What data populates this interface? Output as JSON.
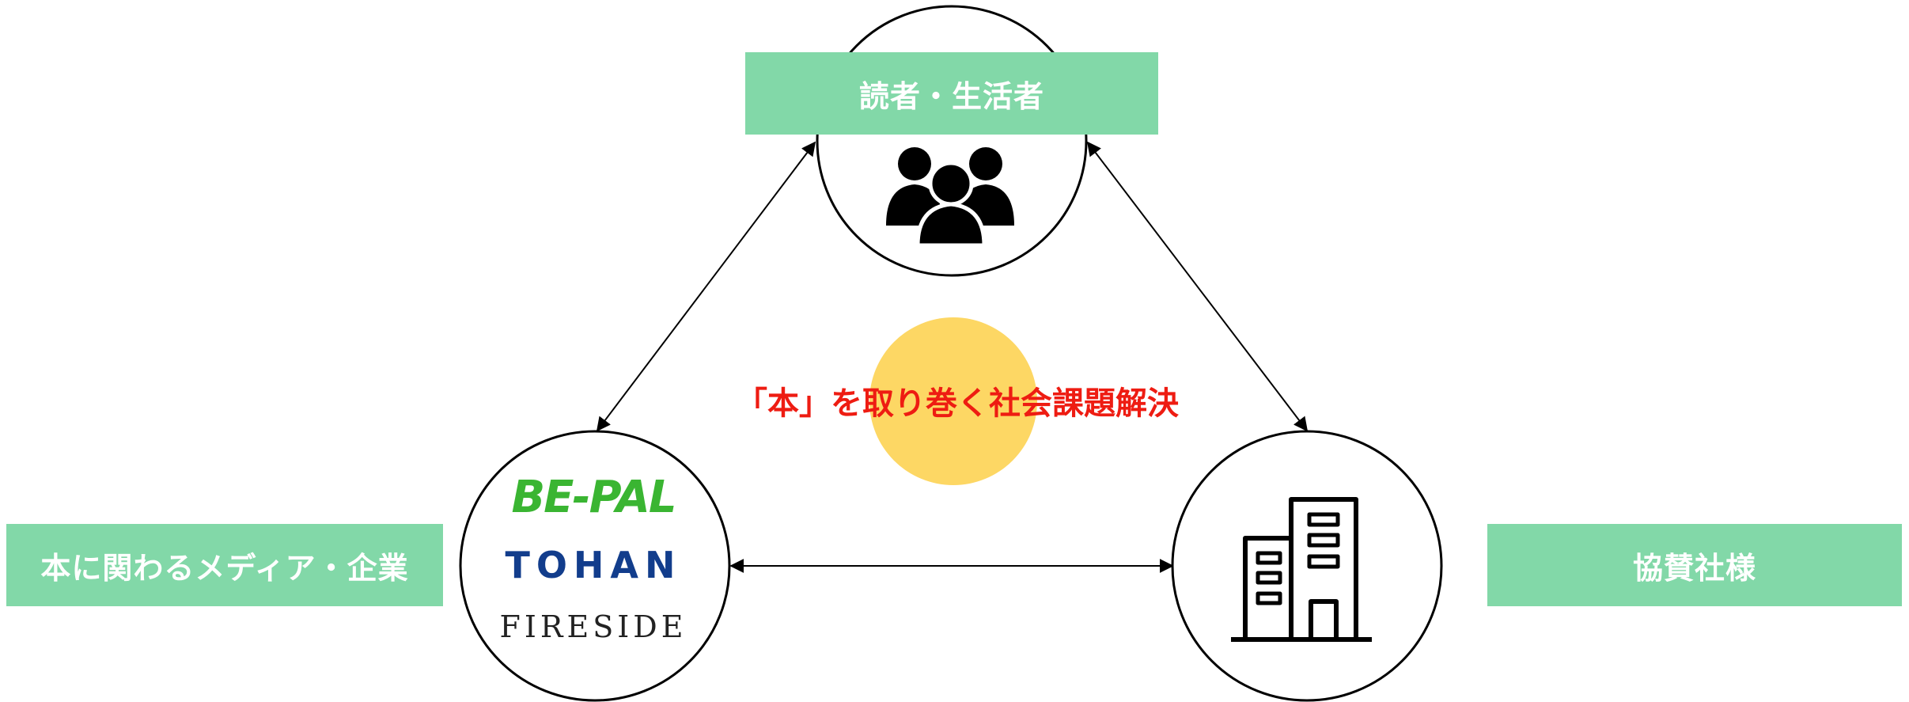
{
  "center_caption": "「本」を取り巻く社会課題解決",
  "nodes": {
    "readers": {
      "label": "読者・生活者",
      "icon": "people-group-icon"
    },
    "media": {
      "label": "本に関わるメディア・企業",
      "logos": [
        "BE-PAL",
        "TOHAN",
        "FIRESIDE"
      ]
    },
    "sponsors": {
      "label": "協賛社様",
      "icon": "office-building-icon"
    }
  },
  "colors": {
    "label_background": "#82d8a8",
    "center_circle": "#fdd764",
    "center_text": "#ee1c12",
    "bepal": "#3ab532",
    "tohan": "#123d8c",
    "fireside": "#222222",
    "outline": "#000000"
  }
}
